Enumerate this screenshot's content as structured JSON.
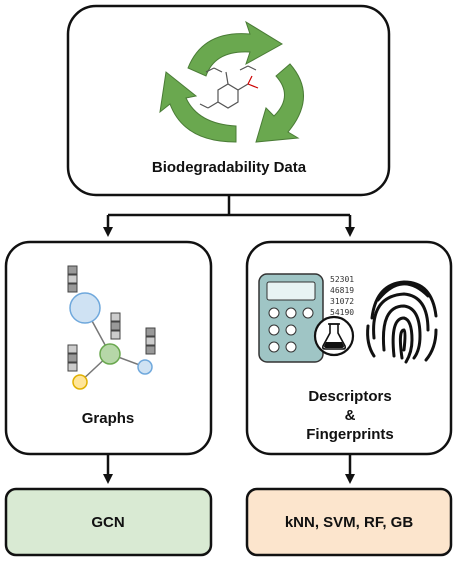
{
  "nodes": {
    "source": {
      "label": "Biodegradability Data"
    },
    "graphs": {
      "label": "Graphs"
    },
    "descriptors": {
      "label_lines": [
        "Descriptors",
        "&",
        "Fingerprints"
      ]
    },
    "gcn": {
      "label": "GCN"
    },
    "classic": {
      "label": "kNN, SVM, RF, GB"
    }
  },
  "number_grid": [
    "52301",
    "46819",
    "31072",
    "54190"
  ],
  "icons": [
    "recycle-arrows-icon",
    "molecule-structure-icon",
    "graph-network-icon",
    "feature-bar-icon",
    "calculator-icon",
    "flask-icon",
    "fingerprint-icon"
  ],
  "colors": {
    "recycle_green": "#6aa84f",
    "recycle_green_dark": "#4a7c36",
    "gcn_fill": "#d9ead3",
    "classic_fill": "#fce5cd",
    "calculator_teal": "#9fc5c5",
    "graph_node_blue": "#cfe2f3",
    "graph_node_green": "#b6d7a8",
    "graph_node_yellow": "#ffe599",
    "stroke": "#111111"
  }
}
